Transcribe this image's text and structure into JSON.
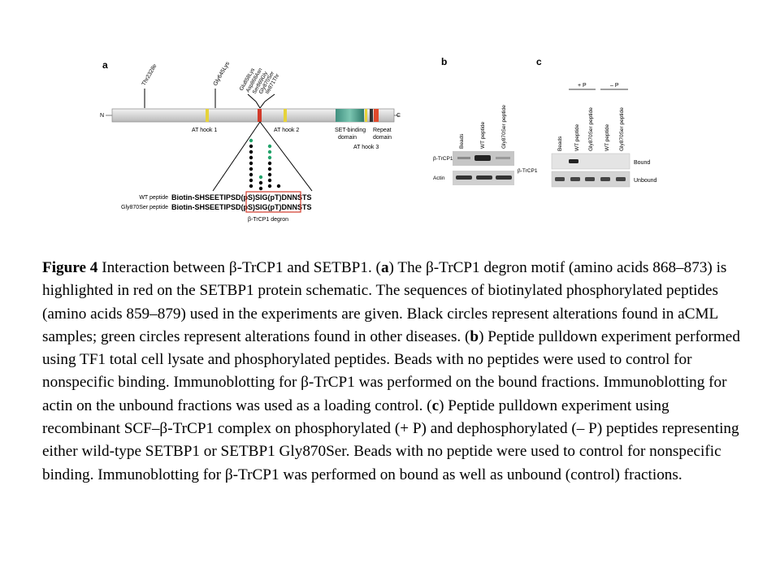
{
  "panel_a": {
    "label": "a",
    "mutations": [
      "Thr232Ile",
      "Gly645Lys",
      "Glu858Lys",
      "Asp868Asn",
      "Ser869Gly",
      "Gly870Ser",
      "Ile871Thr"
    ],
    "n_term": "N",
    "c_term": "C",
    "domains": {
      "at_hook_1": "AT hook 1",
      "at_hook_2": "AT hook 2",
      "set_binding_1": "SET-binding",
      "set_binding_2": "domain",
      "repeat_1": "Repeat",
      "repeat_2": "domain",
      "at_hook_3": "AT hook 3"
    },
    "wt_label": "WT peptide",
    "mut_label": "Gly870Ser peptide",
    "wt_seq": {
      "a": "Biotin-SHSEETIPS",
      "b": "D",
      "c": "(pS)",
      "d": "S",
      "e": "IG",
      "f": "(pT)",
      "g": "DNNSTS"
    },
    "mut_seq": {
      "a": "Biotin-SHSEETIPS",
      "b": "D",
      "c": "(pS)",
      "d": "S",
      "e": "IG",
      "f": "(pT)",
      "g": "DNNSTS"
    },
    "degron_label": "β-TrCP1 degron"
  },
  "panel_b": {
    "label": "b",
    "lanes": [
      "Beads",
      "WT peptide",
      "Gly870Ser peptide"
    ],
    "rows": [
      "β-TrCP1",
      "Actin"
    ]
  },
  "panel_c": {
    "label": "c",
    "plus_p": "+ P",
    "minus_p": "– P",
    "lanes": [
      "Beads",
      "WT peptide",
      "Gly870Ser peptide",
      "WT peptide",
      "Gly870Ser peptide"
    ],
    "row_label": "β-TrCP1",
    "bound": "Bound",
    "unbound": "Unbound"
  },
  "caption": {
    "fig": "Figure 4",
    "t1": " Interaction between β-TrCP1 and SETBP1. (",
    "a": "a",
    "t2": ") The β-TrCP1 degron motif (amino acids 868–873) is highlighted in red on the SETBP1 protein schematic. The sequences of biotinylated phosphorylated peptides (amino acids 859–879) used in the experiments are given. Black circles represent alterations found in aCML samples; green circles represent alterations found in other diseases. (",
    "b": "b",
    "t3": ") Peptide pulldown experiment performed using TF1 total cell lysate and phosphorylated peptides. Beads with no peptides were used to control for nonspecific binding. Immunoblotting for β-TrCP1 was performed on the bound fractions. Immunoblotting for actin on the unbound fractions was used as a loading control. (",
    "c": "c",
    "t4": ") Peptide pulldown experiment using recombinant SCF–β-TrCP1 complex on phosphorylated (+ P) and dephosphorylated (– P) peptides representing either wild-type SETBP1 or SETBP1 Gly870Ser. Beads with no peptide were used to control for nonspecific binding. Immunoblotting for β-TrCP1 was performed on bound as well as unbound (control) fractions."
  }
}
